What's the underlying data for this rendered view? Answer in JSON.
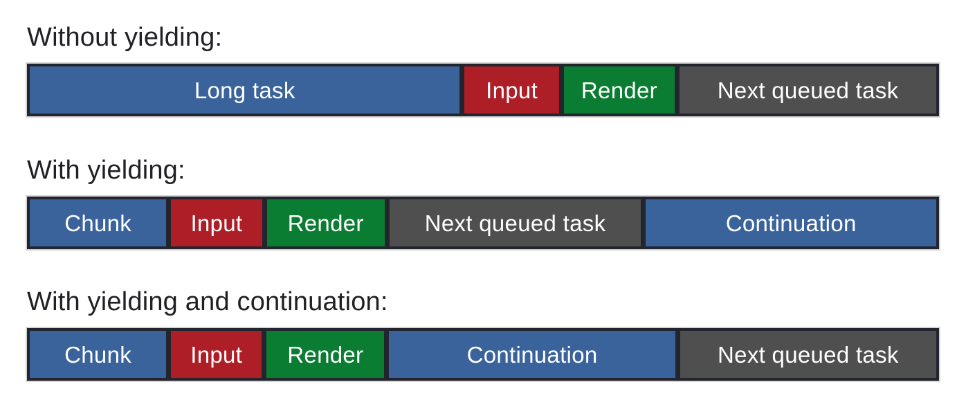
{
  "colors": {
    "task": "#3A639C",
    "input": "#AE1E27",
    "render": "#0A7D33",
    "queued": "#4F4F4F",
    "border_dark": "#22252D",
    "outline_light": "#D6D6D6",
    "title_text": "#202124",
    "segment_text": "#FFFFFF",
    "background": "#FFFFFF"
  },
  "rows": [
    {
      "title": "Without yielding:",
      "segments": [
        {
          "label": "Long task",
          "type": "task",
          "flex": 620
        },
        {
          "label": "Input",
          "type": "input",
          "flex": 136
        },
        {
          "label": "Render",
          "type": "render",
          "flex": 160
        },
        {
          "label": "Next queued task",
          "type": "queued",
          "flex": 370
        }
      ]
    },
    {
      "title": "With yielding:",
      "segments": [
        {
          "label": "Chunk",
          "type": "task",
          "flex": 197
        },
        {
          "label": "Input",
          "type": "input",
          "flex": 131
        },
        {
          "label": "Render",
          "type": "render",
          "flex": 170
        },
        {
          "label": "Next queued task",
          "type": "queued",
          "flex": 363
        },
        {
          "label": "Continuation",
          "type": "task",
          "flex": 419
        }
      ]
    },
    {
      "title": "With yielding and continuation:",
      "segments": [
        {
          "label": "Chunk",
          "type": "task",
          "flex": 197
        },
        {
          "label": "Input",
          "type": "input",
          "flex": 131
        },
        {
          "label": "Render",
          "type": "render",
          "flex": 170
        },
        {
          "label": "Continuation",
          "type": "task",
          "flex": 413
        },
        {
          "label": "Next queued task",
          "type": "queued",
          "flex": 370
        }
      ]
    }
  ]
}
